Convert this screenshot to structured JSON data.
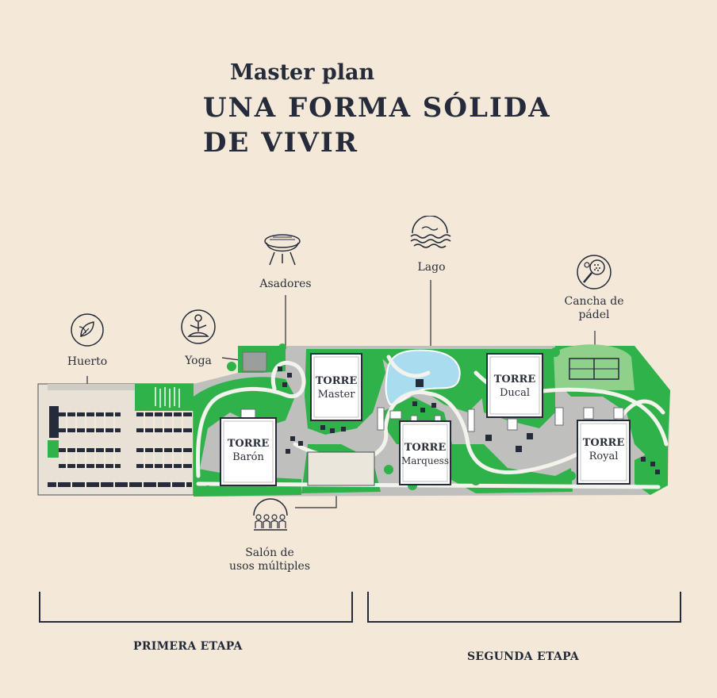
{
  "header": {
    "subtitle": "Master plan",
    "title_line1": "UNA FORMA SÓLIDA",
    "title_line2": "DE VIVIR"
  },
  "amenities": {
    "huerto": "Huerto",
    "yoga": "Yoga",
    "asadores": "Asadores",
    "lago": "Lago",
    "padel_line1": "Cancha de",
    "padel_line2": "pádel",
    "salon_line1": "Salón de",
    "salon_line2": "usos múltiples"
  },
  "towers": [
    {
      "prefix": "TORRE",
      "name": "Barón"
    },
    {
      "prefix": "TORRE",
      "name": "Master"
    },
    {
      "prefix": "TORRE",
      "name": "Marquess"
    },
    {
      "prefix": "TORRE",
      "name": "Ducal"
    },
    {
      "prefix": "TORRE",
      "name": "Royal"
    }
  ],
  "stages": {
    "first": "PRIMERA ETAPA",
    "second": "SEGUNDA ETAPA"
  },
  "colors": {
    "background": "#f4e9d8",
    "ink": "#252b3b",
    "green": "#2fb24a",
    "light_green": "#8fd08a",
    "lake": "#a9dcef",
    "paving": "#bfc0bd"
  },
  "icons": [
    "leaf-icon",
    "yoga-icon",
    "grill-icon",
    "waves-icon",
    "padel-icon",
    "people-icon"
  ]
}
